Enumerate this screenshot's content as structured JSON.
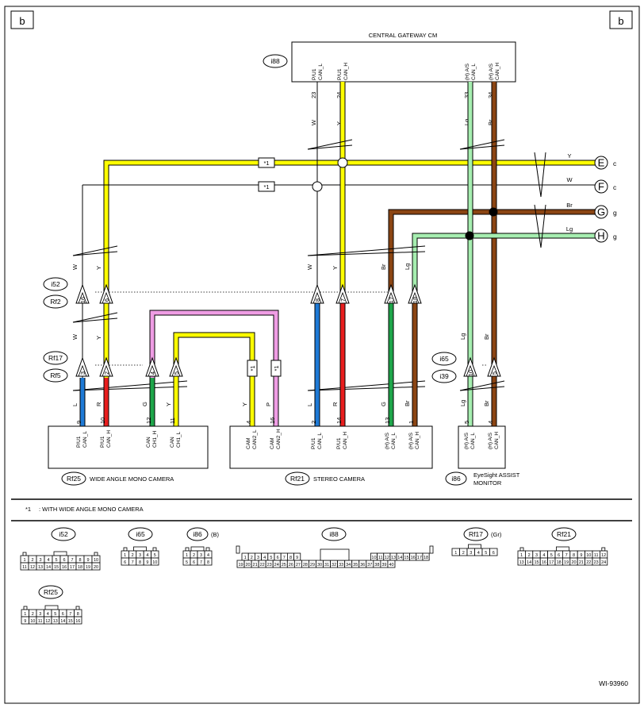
{
  "page_marks": {
    "left": "b",
    "right": "b"
  },
  "gateway": {
    "title": "CENTRAL GATEWAY CM",
    "connector": "i88",
    "pins": [
      {
        "line1": "P/U1",
        "line2": "CAN_L",
        "number": "23",
        "color_code": "W"
      },
      {
        "line1": "P/U1",
        "line2": "CAN_H",
        "number": "24",
        "color_code": "Y"
      },
      {
        "line1": "(H) A/S",
        "line2": "CAN_L",
        "number": "33",
        "color_code": "Lg"
      },
      {
        "line1": "(H) A/S",
        "line2": "CAN_H",
        "number": "34",
        "color_code": "Br"
      }
    ]
  },
  "offpage": [
    {
      "color_code": "Y",
      "letter": "E",
      "suffix": "c"
    },
    {
      "color_code": "W",
      "letter": "F",
      "suffix": "c"
    },
    {
      "color_code": "Br",
      "letter": "G",
      "suffix": "g"
    },
    {
      "color_code": "Lg",
      "letter": "H",
      "suffix": "g"
    }
  ],
  "star_tag": "*1",
  "junctions": {
    "i52": "i52",
    "rf2": "Rf2",
    "rf17": "Rf17",
    "rf5": "Rf5",
    "i65": "i65",
    "i39": "i39",
    "i52_pins": [
      "16",
      "6",
      "8",
      "7",
      "17",
      "18"
    ],
    "rf17_pins": [
      "3",
      "2",
      "4",
      "5"
    ],
    "i65_pins": [
      "10",
      "5"
    ]
  },
  "wire_codes": {
    "upper_left": [
      "W",
      "Y"
    ],
    "mid_left": [
      "W",
      "Y"
    ],
    "upper_right": [
      "W",
      "Y",
      "Br",
      "Lg"
    ],
    "low": [
      "L",
      "R",
      "G",
      "Y",
      "Y",
      "P",
      "L",
      "R",
      "G",
      "Br"
    ],
    "monitor_upper": [
      "Lg",
      "Br"
    ],
    "monitor_low": [
      "Lg",
      "Br"
    ]
  },
  "modules": [
    {
      "id": "Rf25",
      "name": "WIDE ANGLE MONO CAMERA",
      "pins": [
        {
          "num": "9",
          "line1": "P/U1",
          "line2": "CAN_L"
        },
        {
          "num": "10",
          "line1": "P/U1",
          "line2": "CAN_H"
        },
        {
          "num": "12",
          "line1": "CAN",
          "line2": "CH1_H"
        },
        {
          "num": "11",
          "line1": "CAN",
          "line2": "CH1_L"
        }
      ]
    },
    {
      "id": "Rf21",
      "name": "STEREO CAMERA",
      "pins": [
        {
          "num": "4",
          "line1": "CAM",
          "line2": "CAN2_L"
        },
        {
          "num": "16",
          "line1": "CAM",
          "line2": "CAN2_H"
        },
        {
          "num": "2",
          "line1": "P/U1",
          "line2": "CAN_L"
        },
        {
          "num": "14",
          "line1": "P/U1",
          "line2": "CAN_H"
        },
        {
          "num": "13",
          "line1": "(H) A/S",
          "line2": "CAN_L"
        },
        {
          "num": "1",
          "line1": "(H) A/S",
          "line2": "CAN_H"
        }
      ]
    },
    {
      "id": "i86",
      "name_line1": "EyeSight ASSIST",
      "name_line2": "MONITOR",
      "pins": [
        {
          "num": "5",
          "line1": "(H) A/S",
          "line2": "CAN_L"
        },
        {
          "num": "4",
          "line1": "(H) A/S",
          "line2": "CAN_H"
        }
      ]
    }
  ],
  "footnote": {
    "mark": "*1",
    "text": ": WITH WIDE ANGLE MONO CAMERA"
  },
  "connector_views": [
    {
      "id": "i52",
      "suffix": "",
      "rows": [
        [
          "1",
          "2",
          "3",
          "4",
          "5",
          "6",
          "7",
          "8",
          "9",
          "10"
        ],
        [
          "11",
          "12",
          "13",
          "14",
          "15",
          "16",
          "17",
          "18",
          "19",
          "20"
        ]
      ]
    },
    {
      "id": "i65",
      "suffix": "",
      "rows": [
        [
          "1",
          "2",
          "3",
          "4",
          "5"
        ],
        [
          "6",
          "7",
          "8",
          "9",
          "10"
        ]
      ]
    },
    {
      "id": "i86",
      "suffix": "(B)",
      "rows": [
        [
          "1",
          "2",
          "3",
          "4"
        ],
        [
          "5",
          "6",
          "7",
          "8"
        ]
      ]
    },
    {
      "id": "i88",
      "suffix": "",
      "rows": [
        [
          "1",
          "2",
          "3",
          "4",
          "5",
          "6",
          "7",
          "8",
          "9",
          "10",
          "11",
          "12",
          "13",
          "14",
          "15",
          "16",
          "17",
          "18"
        ],
        [
          "19",
          "20",
          "21",
          "22",
          "23",
          "24",
          "25",
          "26",
          "27",
          "28",
          "29",
          "30",
          "31",
          "32",
          "33",
          "34",
          "35",
          "36",
          "37",
          "38",
          "39",
          "40"
        ]
      ]
    },
    {
      "id": "Rf17",
      "suffix": "(Gr)",
      "rows": [
        [
          "1",
          "2",
          "3",
          "4",
          "5",
          "6"
        ]
      ]
    },
    {
      "id": "Rf21",
      "suffix": "",
      "rows": [
        [
          "1",
          "2",
          "3",
          "4",
          "5",
          "6",
          "7",
          "8",
          "9",
          "10",
          "11",
          "12"
        ],
        [
          "13",
          "14",
          "15",
          "16",
          "17",
          "18",
          "19",
          "20",
          "21",
          "22",
          "23",
          "24"
        ]
      ]
    },
    {
      "id": "Rf25",
      "suffix": "",
      "rows": [
        [
          "1",
          "2",
          "3",
          "4",
          "5",
          "6",
          "7",
          "8"
        ],
        [
          "9",
          "10",
          "11",
          "12",
          "13",
          "14",
          "15",
          "16"
        ]
      ]
    }
  ],
  "doc_id": "WI-93960",
  "colors": {
    "Y": "#ffff00",
    "W": "#ffffff",
    "Br": "#8b4513",
    "Lg": "#a6eeb0",
    "L": "#1e7ad6",
    "R": "#e81e1e",
    "G": "#1ea64a",
    "P": "#ef9de4"
  }
}
